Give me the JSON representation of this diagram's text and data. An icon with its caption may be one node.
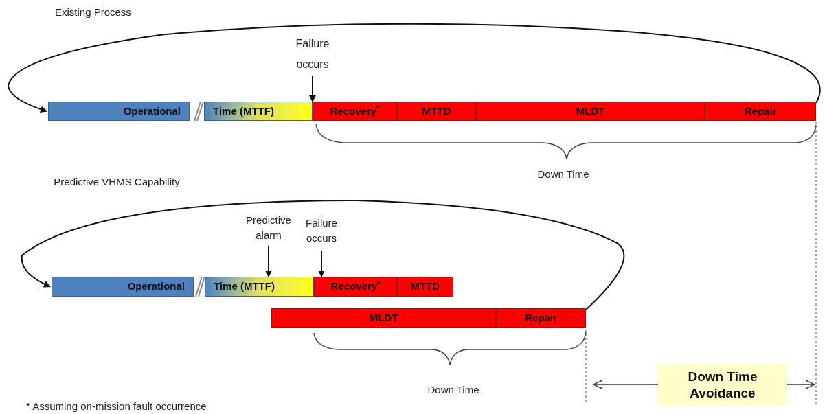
{
  "diagram": {
    "nodes": [
      {
        "text": [
          "Operational"
        ]
      },
      {
        "text": [
          "Time (MTTF)"
        ]
      },
      {
        "text": [
          "Recovery$^{*}$"
        ]
      },
      {
        "text": [
          "MTTD"
        ]
      },
      {
        "text": [
          "MLDT"
        ]
      },
      {
        "text": [
          "Repair"
        ]
      },
      {
        "text": [
          "Failure occurs"
        ]
      },
      {
        "text": [
          "Operational"
        ]
      },
      {
        "text": [
          "Time (MTTF)"
        ]
      },
      {
        "text": [
          "Recovery$^{*}$"
        ]
      },
      {
        "text": [
          "MTTD"
        ]
      },
      {
        "text": [
          "MLDT"
        ]
      },
      {
        "text": [
          "Repair"
        ]
      },
      {
        "text": [
          "Predictive alarm"
        ]
      },
      {
        "text": [
          "Failure occurs"
        ]
      },
      {
        "text": [
          "Down Time Avoidance"
        ]
      }
    ],
    "edges": [
      {
        "from": 6,
        "to": 2,
        "arrow": "to"
      },
      {
        "from": 5,
        "to": 0,
        "arrow": "to"
      },
      {
        "from": 13,
        "to": 8,
        "arrow": "to"
      },
      {
        "from": 14,
        "to": 9,
        "arrow": "to"
      },
      {
        "from": 12,
        "to": 7,
        "arrow": "to"
      }
    ],
    "labels": [
      "Existing Process",
      "Down Time",
      "Predictive VHMS Capability",
      "Down Time",
      "* Assuming on-mission fault occurrence"
    ]
  }
}
